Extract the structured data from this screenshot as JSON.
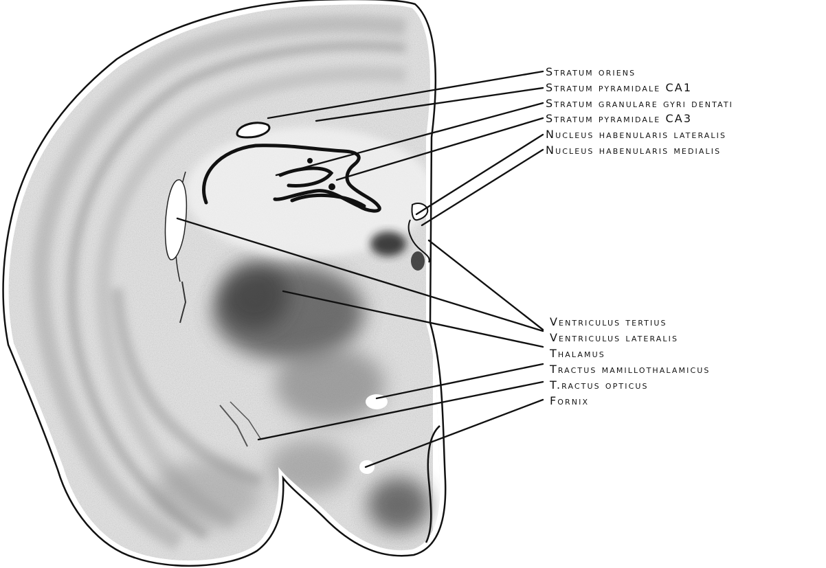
{
  "labels": {
    "stratum_oriens": "Stratum oriens",
    "stratum_pyramidale_ca1": "Stratum pyramidale CA1",
    "stratum_granulare": "Stratum granulare gyri dentati",
    "stratum_pyramidale_ca3": "Stratum pyramidale CA3",
    "nucleus_habenularis_lateralis": "Nucleus habenularis lateralis",
    "nucleus_habenularis_medialis": "Nucleus habenularis medialis",
    "ventriculus_tertius": "Ventriculus tertius",
    "ventriculus_lateralis": "Ventriculus lateralis",
    "thalamus": "Thalamus",
    "tractus_mamillothalamicus": "Tractus mamillothalamicus",
    "tractus_opticus": "T.ractus opticus",
    "fornix": "Fornix"
  },
  "colors": {
    "ink": "#111111",
    "paper": "#ffffff",
    "tissue_light": "#e6e6e6",
    "tissue_mid": "#bdbdbd",
    "tissue_dark": "#6a6a6a"
  }
}
